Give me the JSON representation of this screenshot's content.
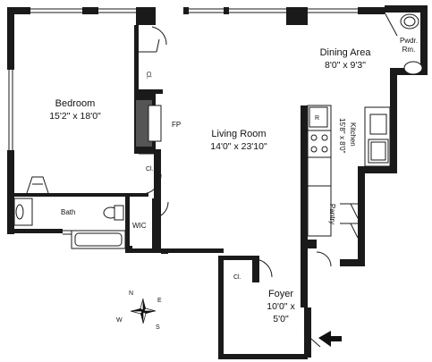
{
  "rooms": {
    "bedroom": {
      "name": "Bedroom",
      "dims": "15'2\" x 18'0\""
    },
    "living": {
      "name": "Living Room",
      "dims": "14'0\" x 23'10\""
    },
    "dining": {
      "name": "Dining Area",
      "dims": "8'0\" x 9'3\""
    },
    "powder": {
      "line1": "Pwdr.",
      "line2": "Rm."
    },
    "kitchen": {
      "name": "Kitchen",
      "dims": "15'8\" x 8'0\""
    },
    "foyer": {
      "name": "Foyer",
      "dims1": "10'0\" x",
      "dims2": "5'0\""
    },
    "bath": {
      "name": "Bath"
    },
    "wic": {
      "name": "WIC"
    },
    "pantry": {
      "name": "Pantry"
    },
    "fireplace": {
      "label": "FP"
    },
    "closet": {
      "label": "Cl."
    }
  },
  "compass": {
    "n": "N",
    "s": "S",
    "e": "E",
    "w": "W"
  },
  "colors": {
    "wall": "#1a1a1a",
    "background": "#ffffff"
  }
}
